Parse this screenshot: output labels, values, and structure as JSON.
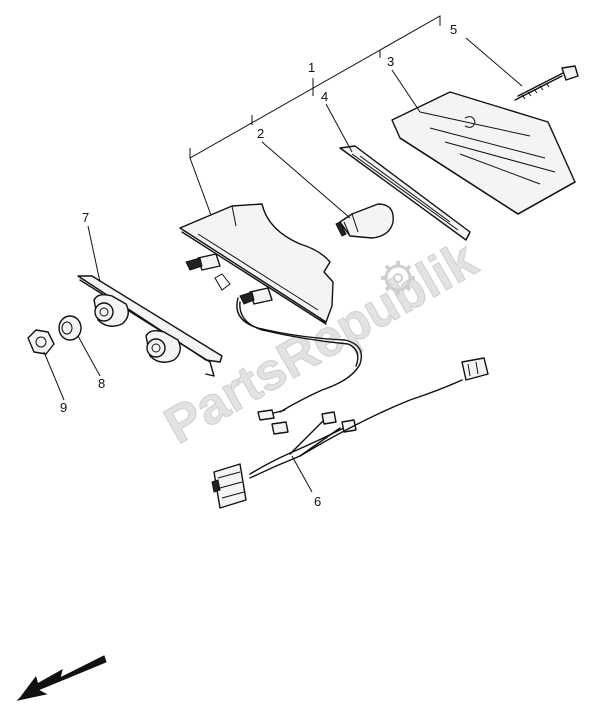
{
  "watermark": "PartsRepublik",
  "callouts": [
    {
      "id": "1",
      "label": "1"
    },
    {
      "id": "2",
      "label": "2"
    },
    {
      "id": "3",
      "label": "3"
    },
    {
      "id": "4",
      "label": "4"
    },
    {
      "id": "5",
      "label": "5"
    },
    {
      "id": "6",
      "label": "6"
    },
    {
      "id": "7",
      "label": "7"
    },
    {
      "id": "8",
      "label": "8"
    },
    {
      "id": "9",
      "label": "9"
    }
  ],
  "icons": [
    "gear-icon",
    "direction-arrow-icon"
  ]
}
